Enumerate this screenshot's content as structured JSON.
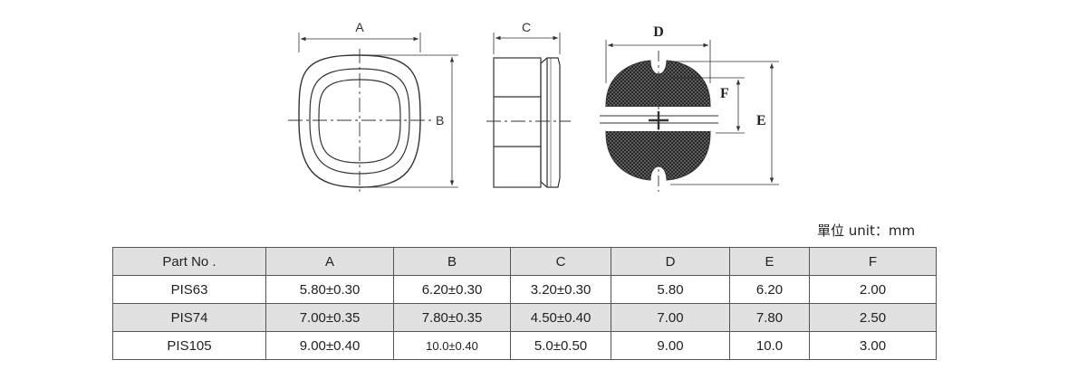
{
  "drawing": {
    "top_view": {
      "width_label": "A",
      "height_label": "B"
    },
    "side_view": {
      "thickness_label": "C"
    },
    "bottom_view": {
      "width_label": "D",
      "pad_gap_label": "F",
      "height_label": "E"
    }
  },
  "unit_note": "單位 unit：mm",
  "table": {
    "headers": [
      "Part No .",
      "A",
      "B",
      "C",
      "D",
      "E",
      "F"
    ],
    "rows": [
      [
        "PIS63",
        "5.80±0.30",
        "6.20±0.30",
        "3.20±0.30",
        "5.80",
        "6.20",
        "2.00"
      ],
      [
        "PIS74",
        "7.00±0.35",
        "7.80±0.35",
        "4.50±0.40",
        "7.00",
        "7.80",
        "2.50"
      ],
      [
        "PIS105",
        "9.00±0.40",
        "10.0±0.40",
        "5.0±0.50",
        "9.00",
        "10.0",
        "3.00"
      ]
    ]
  },
  "colors": {
    "line": "#333333",
    "table_shade": "#e1e1e1",
    "text": "#222222"
  }
}
